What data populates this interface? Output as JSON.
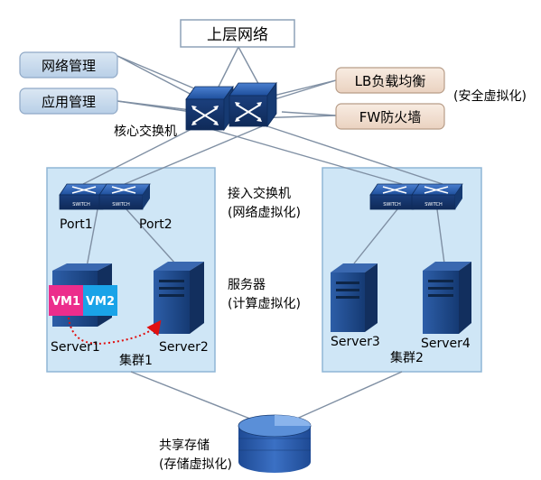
{
  "upper_network": "上层网络",
  "left_boxes": [
    "网络管理",
    "应用管理"
  ],
  "right_boxes": [
    "LB负载均衡",
    "FW防火墙"
  ],
  "security_virtualization": "(安全虚拟化)",
  "core_switch": "核心交换机",
  "access_switch": [
    "接入交换机",
    "(网络虚拟化)"
  ],
  "servers_label": [
    "服务器",
    "(计算虚拟化)"
  ],
  "cluster1": {
    "ports": [
      "Port1",
      "Port2"
    ],
    "servers": [
      "Server1",
      "Server2"
    ],
    "vms": [
      "VM1",
      "VM2"
    ],
    "label": "集群1"
  },
  "cluster2": {
    "servers": [
      "Server3",
      "Server4"
    ],
    "label": "集群2"
  },
  "storage": [
    "共享存储",
    "(存储虚拟化)"
  ],
  "switch_brand": "SWITCH",
  "colors": {
    "cluster_fill": "#cfe6f6",
    "cluster_border": "#8fb6d6",
    "left_box_fill": "#c9dcef",
    "right_box_fill": "#f3e2d6",
    "switch_blue": "#1f4fa0",
    "vm1": "#ec2d8c",
    "vm2": "#1aa3e8",
    "migration_arrow": "#e01010",
    "storage_blue": "#1f4f9f"
  }
}
